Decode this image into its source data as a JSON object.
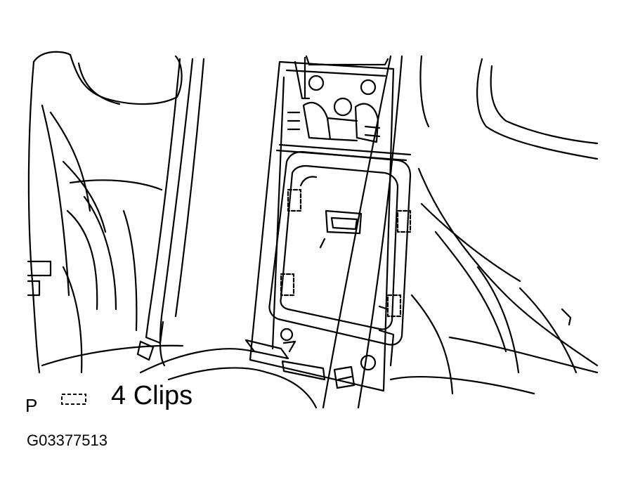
{
  "legend": {
    "marker_letter": "P",
    "clip_symbol": "clip-icon",
    "clip_text": "4 Clips"
  },
  "figure_id": "G03377513",
  "colors": {
    "line": "#000000",
    "background": "#ffffff"
  }
}
